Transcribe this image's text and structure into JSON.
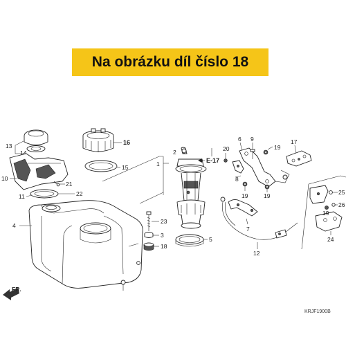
{
  "banner": {
    "text": "Na obrázku díl číslo 18",
    "color": "#f5c518"
  },
  "diagram": {
    "code": "KRJF1900B",
    "front_marker": "FR.",
    "ref_label": "E-17",
    "callouts": {
      "n1": "1",
      "n2": "2",
      "n3": "3",
      "n4": "4",
      "n5": "5",
      "n6": "6",
      "n7": "7",
      "n8": "8",
      "n9": "9",
      "n10": "10",
      "n11": "11",
      "n12": "12",
      "n13": "13",
      "n14": "14",
      "n15": "15",
      "n16": "16",
      "n17": "17",
      "n18": "18",
      "n19a": "19",
      "n19b": "19",
      "n19c": "19",
      "n19d": "19",
      "n20": "20",
      "n21": "21",
      "n22": "22",
      "n23": "23",
      "n24": "24",
      "n25": "25",
      "n26": "26"
    }
  }
}
